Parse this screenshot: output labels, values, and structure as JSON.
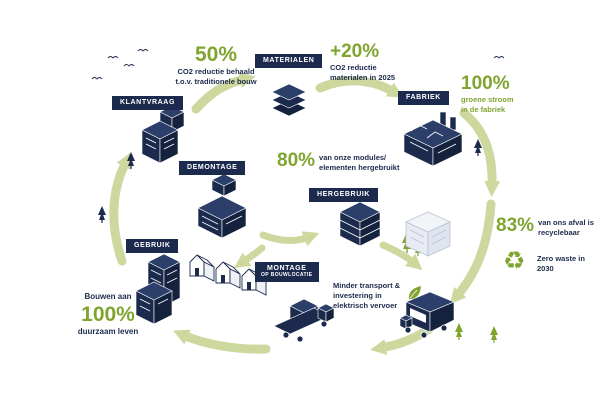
{
  "colors": {
    "navy": "#1c2b4d",
    "green": "#7fa42f",
    "arrow_green": "#cdd89f"
  },
  "icons": {
    "recycle": "♻"
  },
  "boxes": {
    "klantvraag": "KLANTVRAAG",
    "materialen": "MATERIALEN",
    "fabriek": "FABRIEK",
    "demontage": "DEMONTAGE",
    "hergebruik": "HERGEBRUIK",
    "gebruik": "GEBRUIK",
    "montage": {
      "line1": "MONTAGE",
      "line2": "OP BOUWLOCATIE"
    }
  },
  "stats": {
    "co2_bouw": {
      "value": "50%",
      "text": "CO2 reductie behaald t.o.v. traditionele bouw"
    },
    "co2_materialen": {
      "value": "+20%",
      "text": "CO2 reductie materialen in 2025"
    },
    "groene_stroom": {
      "value": "100%",
      "text": "groene stroom in de fabriek"
    },
    "hergebruik": {
      "value": "80%",
      "text": "van onze modules/ elementen hergebruikt"
    },
    "recyclebaar": {
      "value": "83%",
      "text": "van ons afval is recyclebaar"
    },
    "zero_waste": "Zero waste in 2030",
    "transport": "Minder transport & investering in elektrisch vervoer",
    "duurzaam": {
      "pre": "Bouwen aan",
      "value": "100%",
      "post": "duurzaam leven"
    }
  }
}
